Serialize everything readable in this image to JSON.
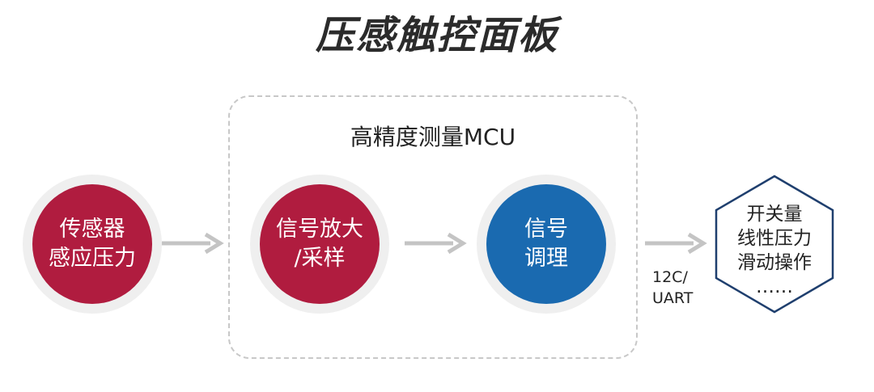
{
  "title": "压感触控面板",
  "mcu": {
    "label": "高精度测量MCU"
  },
  "nodes": [
    {
      "line1": "传感器",
      "line2": "感应压力",
      "color": "#b01c3f"
    },
    {
      "line1": "信号放大",
      "line2": "/采样",
      "color": "#b01c3f"
    },
    {
      "line1": "信号",
      "line2": "调理",
      "color": "#1a6ab0"
    }
  ],
  "interface": {
    "line1": "12C/",
    "line2": "UART"
  },
  "output": {
    "lines": [
      "开关量",
      "线性压力",
      "滑动操作",
      "……"
    ],
    "border_color": "#1f3f6e"
  },
  "icons": {
    "arrow": "arrow-right-icon",
    "hexagon": "hexagon-shape"
  }
}
